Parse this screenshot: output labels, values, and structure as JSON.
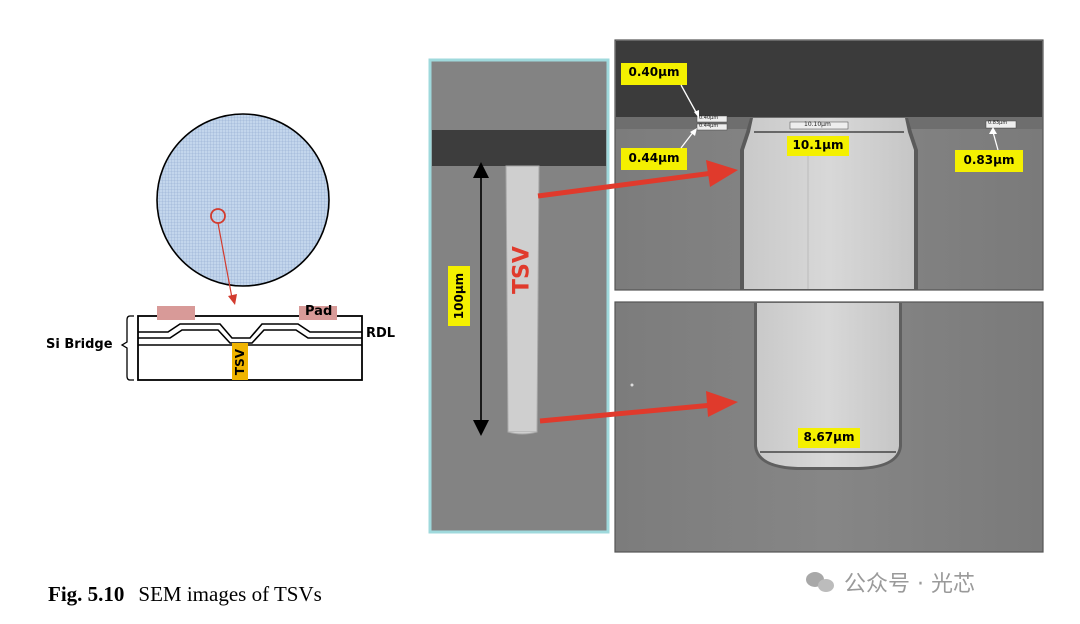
{
  "diagram": {
    "left_labels": {
      "si_bridge": "Si Bridge",
      "pad": "Pad",
      "rdl": "RDL",
      "tsv": "TSV"
    },
    "middle_sem": {
      "tsv_label": "TSV",
      "depth_label": "100μm"
    },
    "top_sem": {
      "dim_top_left": "0.40μm",
      "dim_mid_left": "0.44μm",
      "dim_width": "10.1μm",
      "dim_right": "0.83μm",
      "tiny_40": "0.40μm",
      "tiny_44": "0.44μm",
      "tiny_width": "10.10μm",
      "tiny_83": "0.83μm"
    },
    "bottom_sem": {
      "dim_bottom_width": "8.67μm"
    },
    "colors": {
      "wafer_fill": "#c3d6ec",
      "pad_fill": "#d89a98",
      "tsv_highlight": "#f0b400",
      "arrow_red": "#e03a2c",
      "label_yellow": "#f4f000",
      "sem_border_cyan": "#9fd9dc"
    }
  },
  "caption": {
    "figure_number": "Fig. 5.10",
    "text": "SEM images of TSVs"
  },
  "watermark": {
    "text": "公众号 · 光芯"
  }
}
